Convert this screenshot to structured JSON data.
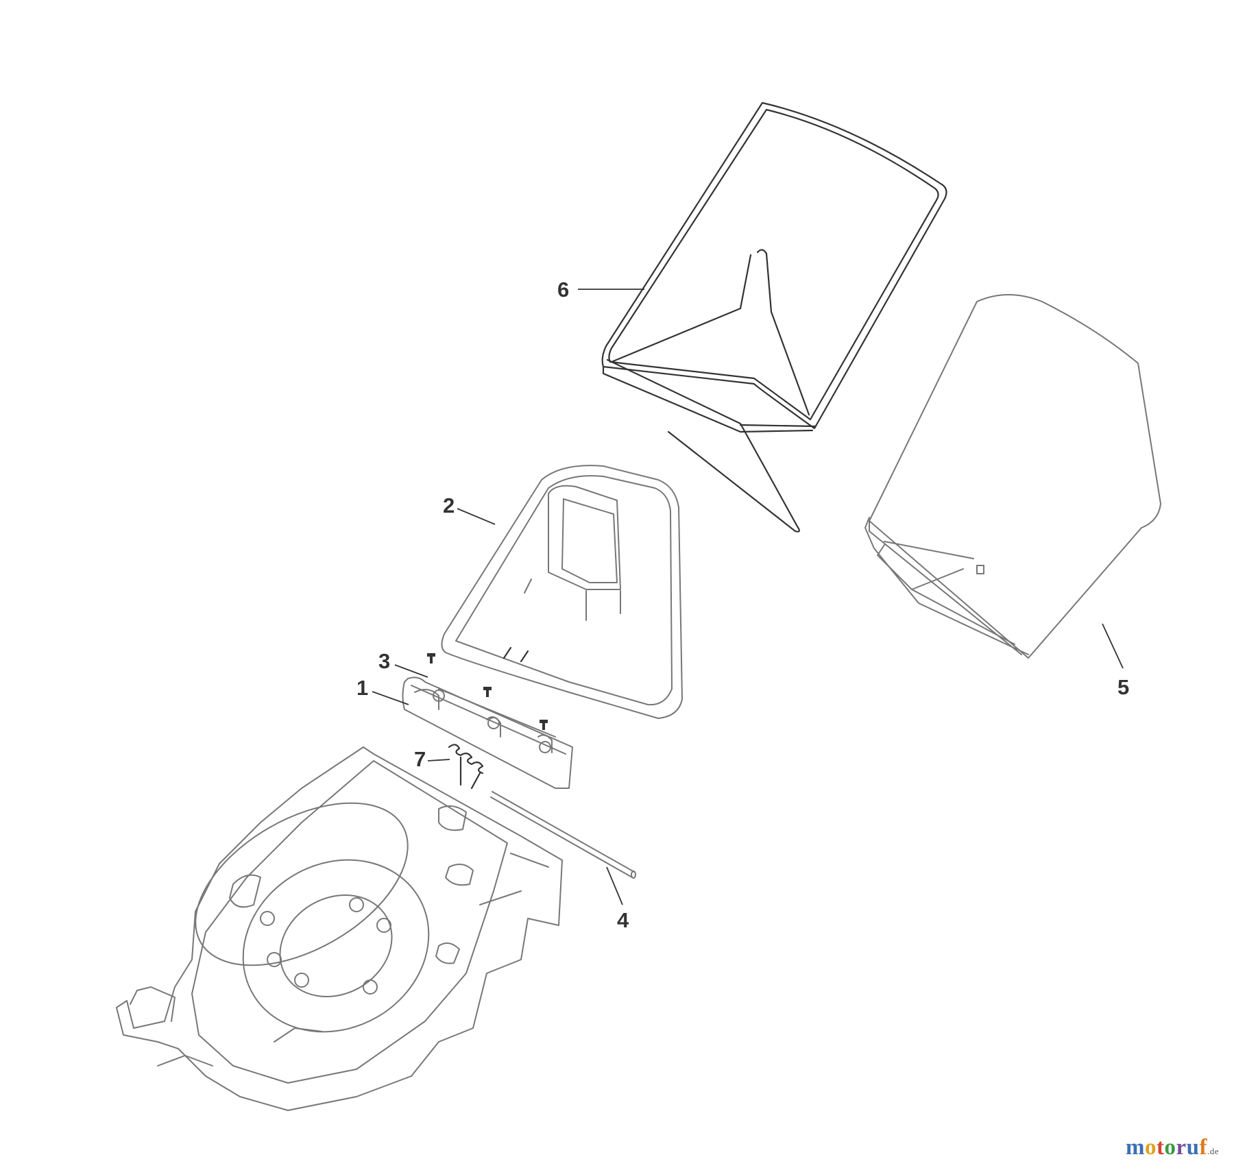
{
  "callouts": [
    {
      "id": "1",
      "label": "1",
      "part": "hinge-bracket"
    },
    {
      "id": "2",
      "label": "2",
      "part": "rear-flap-cover"
    },
    {
      "id": "3",
      "label": "3",
      "part": "screw"
    },
    {
      "id": "4",
      "label": "4",
      "part": "hinge-rod"
    },
    {
      "id": "5",
      "label": "5",
      "part": "grass-bag"
    },
    {
      "id": "6",
      "label": "6",
      "part": "grass-bag-frame"
    },
    {
      "id": "7",
      "label": "7",
      "part": "torsion-spring"
    }
  ],
  "watermark": {
    "letters": [
      "m",
      "o",
      "t",
      "o",
      "r",
      "u",
      "f"
    ],
    "colors": [
      "#3a6fb5",
      "#e0a21b",
      "#d6442f",
      "#3a9a3f",
      "#7a4ba0",
      "#3a6fb5",
      "#e07b1b"
    ],
    "suffix": ".de"
  }
}
